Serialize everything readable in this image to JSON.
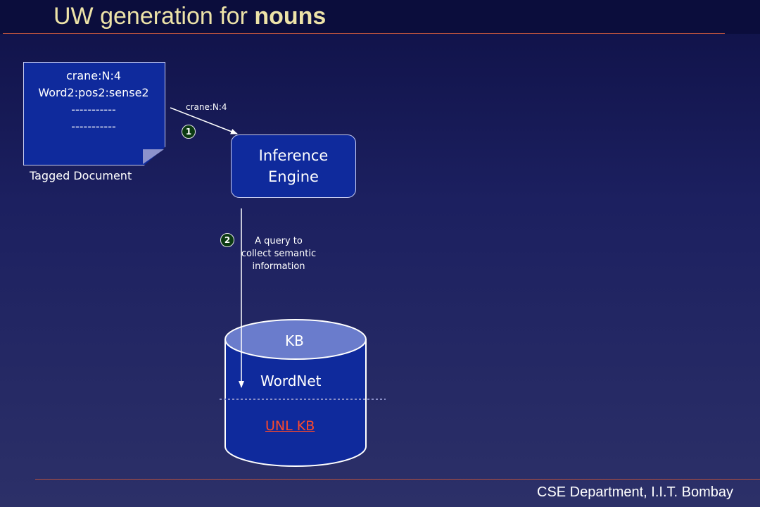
{
  "slide": {
    "title_main": "UW generation  for ",
    "title_bold": "nouns",
    "footer": "CSE Department, I.I.T. Bombay"
  },
  "document": {
    "lines": [
      "crane:N:4",
      "Word2:pos2:sense2",
      "-----------",
      "-----------"
    ],
    "caption": "Tagged Document"
  },
  "arrow1": {
    "label": "crane:N:4",
    "step": "1"
  },
  "engine": {
    "line1": "Inference",
    "line2": "Engine"
  },
  "arrow2": {
    "step": "2",
    "label_lines": [
      "A query to",
      "collect semantic",
      "information"
    ]
  },
  "kb": {
    "top_label": "KB",
    "section_label": "WordNet",
    "link_label": "UNL KB"
  },
  "colors": {
    "shape_fill": "#0f2a9c",
    "cylinder_top": "#6a7ccc",
    "title_text": "#ede3a8",
    "rule": "#b8523e",
    "link": "#ff4a2a"
  }
}
